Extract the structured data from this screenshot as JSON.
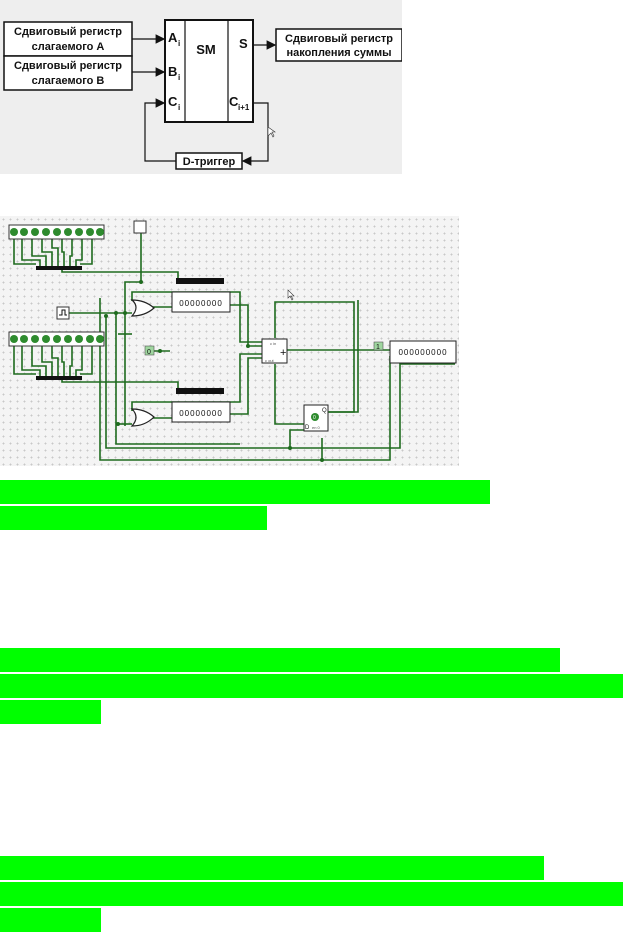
{
  "block_diagram": {
    "reg_a": [
      "Сдвиговый регистр",
      "слагаемого А"
    ],
    "reg_b": [
      "Сдвиговый регистр",
      "слагаемого В"
    ],
    "reg_sum": [
      "Сдвиговый регистр",
      "накопления суммы"
    ],
    "dff": "D-триггер",
    "sm": "SM",
    "port_a": "A",
    "port_a_sub": "i",
    "port_b": "B",
    "port_b_sub": "i",
    "port_c": "C",
    "port_c_sub": "i",
    "port_s": "S",
    "port_c_next": "C",
    "port_c_next_sub": "i+1"
  },
  "circuit": {
    "input_bits": "00000000",
    "register_a_value": "00000000",
    "register_b_value": "00000000",
    "register_sum_value": "000000000",
    "constant_zero": "0",
    "constant_one": "1",
    "adder_top_label": "c in",
    "adder_bottom_label": "c out",
    "adder_symbol": "+",
    "dff_state": "0",
    "dff_q": "Q",
    "dff_d": "D",
    "dff_en": "en 0"
  },
  "colors": {
    "wire": "#1e6b1e",
    "highlight": "#00ff00"
  }
}
